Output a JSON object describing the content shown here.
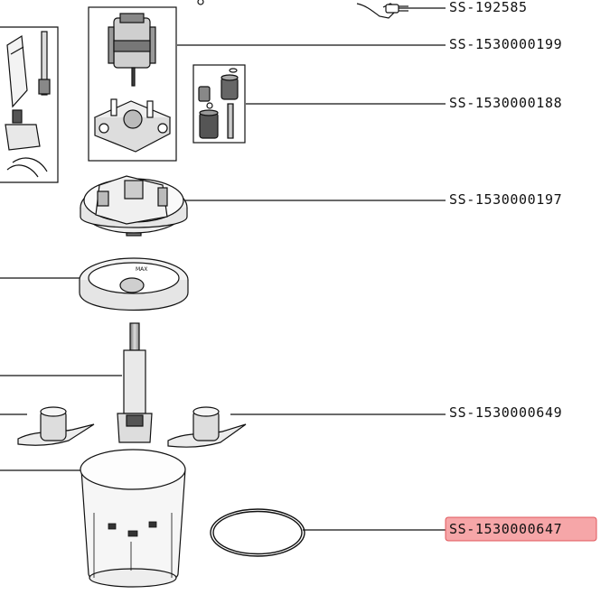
{
  "diagram": {
    "labels": [
      {
        "id": "power-cord",
        "text": "SS-192585"
      },
      {
        "id": "motor",
        "text": "SS-1530000199"
      },
      {
        "id": "gears",
        "text": "SS-1530000188"
      },
      {
        "id": "motor-housing-base",
        "text": "SS-1530000197"
      },
      {
        "id": "blade",
        "text": "SS-1530000649"
      },
      {
        "id": "gasket-ring",
        "text": "SS-1530000647",
        "highlighted": true
      }
    ],
    "bowl_text": {
      "max_mark": "MAX"
    },
    "colors": {
      "highlight_fill": "#f6a6a8",
      "highlight_border": "#e0575b",
      "line": "#111111"
    }
  }
}
